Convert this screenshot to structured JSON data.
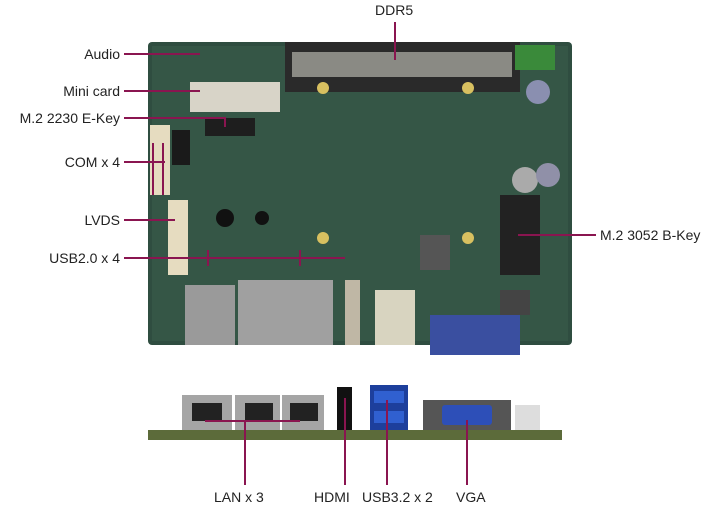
{
  "labels": {
    "ddr5": "DDR5",
    "audio": "Audio",
    "mini_card": "Mini card",
    "m2_e_key": "M.2 2230 E-Key",
    "com": "COM x 4",
    "lvds": "LVDS",
    "usb2": "USB2.0 x 4",
    "m2_b_key": "M.2 3052 B-Key",
    "lan": "LAN x 3",
    "hdmi": "HDMI",
    "usb3": "USB3.2 x 2",
    "vga": "VGA"
  },
  "colors": {
    "leader_line": "#8a1550",
    "pcb": "#2d4a3e",
    "board_edge": "#1f3a2e"
  }
}
